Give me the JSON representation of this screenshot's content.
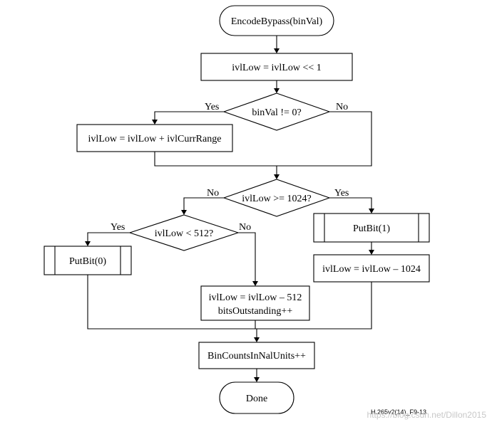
{
  "nodes": {
    "start": "EncodeBypass(binVal)",
    "shift": "ivlLow = ivlLow << 1",
    "decision_binval": "binVal != 0?",
    "add_range": "ivlLow = ivlLow + ivlCurrRange",
    "decision_1024": "ivlLow >= 1024?",
    "decision_512": "ivlLow < 512?",
    "putbit1": "PutBit(1)",
    "putbit0": "PutBit(0)",
    "sub_1024": "ivlLow = ivlLow – 1024",
    "sub_512_line1": "ivlLow = ivlLow – 512",
    "sub_512_line2": "bitsOutstanding++",
    "bincounts": "BinCountsInNalUnits++",
    "done": "Done"
  },
  "labels": {
    "binval_yes": "Yes",
    "binval_no": "No",
    "d1024_no": "No",
    "d1024_yes": "Yes",
    "d512_yes": "Yes",
    "d512_no": "No"
  },
  "figure_id": "H.265v2(14)_F9-13",
  "watermark": "https://blog.csdn.net/Dillon2015"
}
